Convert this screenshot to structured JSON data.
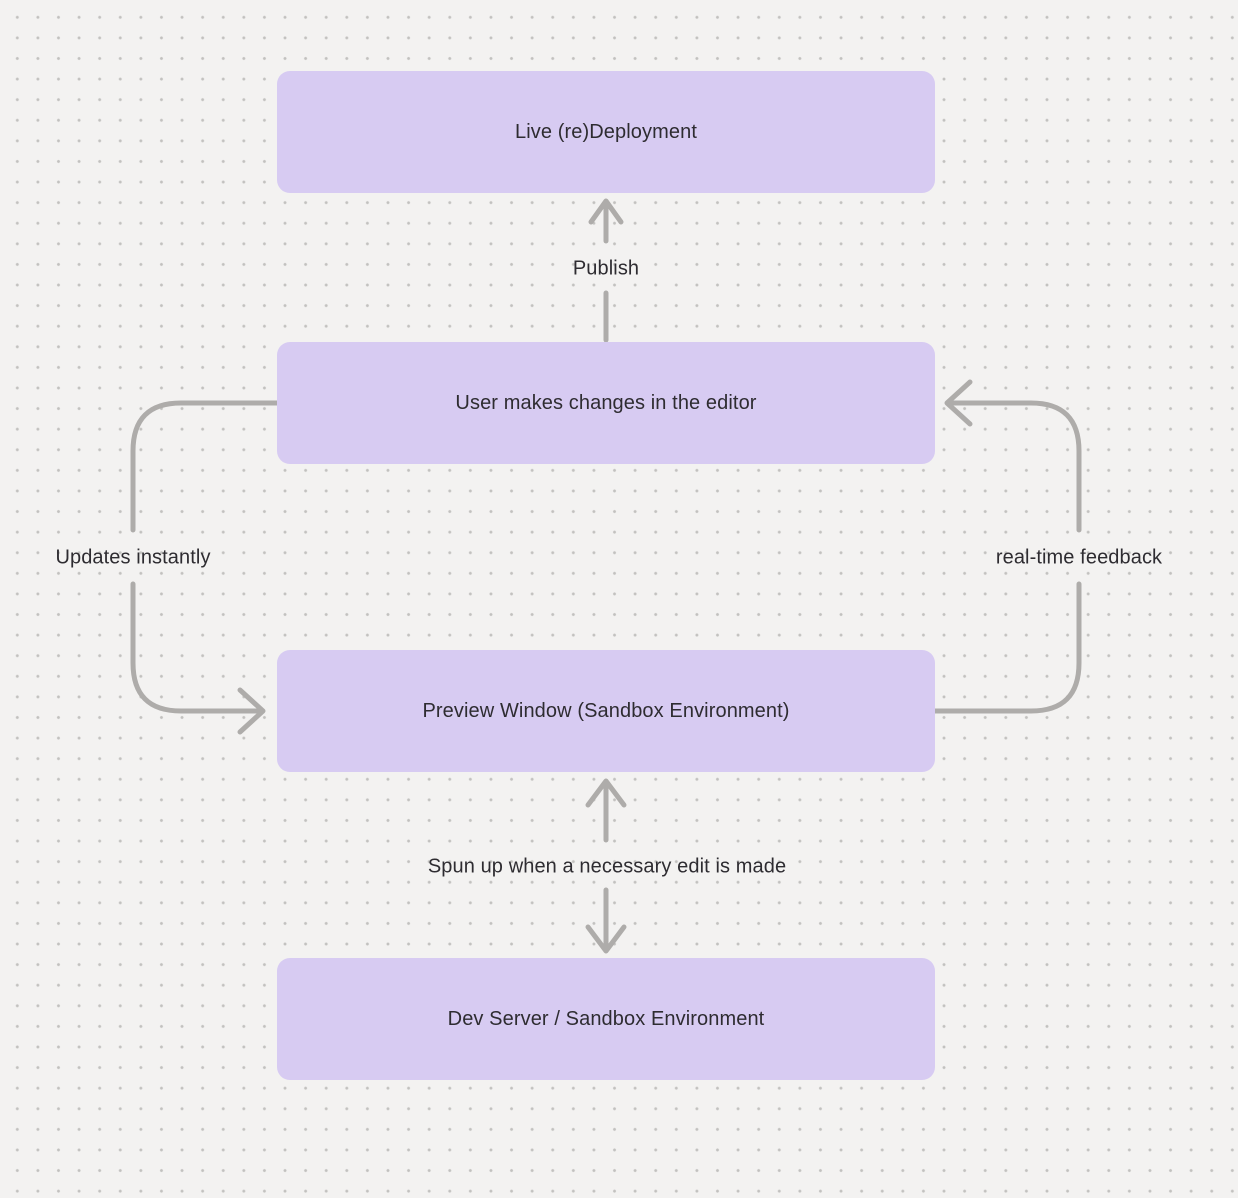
{
  "canvas": {
    "background_color": "#f3f2f1",
    "dot_color": "#c2c1bf"
  },
  "diagram": {
    "node_fill_color": "#d7cbf2",
    "text_color": "#2e2c31",
    "arrow_color": "#aeacaa",
    "nodes": [
      {
        "id": "live-redeployment",
        "label": "Live (re)Deployment"
      },
      {
        "id": "user-editor",
        "label": "User makes changes in the editor"
      },
      {
        "id": "preview-window",
        "label": "Preview Window (Sandbox Environment)"
      },
      {
        "id": "dev-server",
        "label": "Dev Server / Sandbox Environment"
      }
    ],
    "edges": [
      {
        "id": "publish",
        "label": "Publish",
        "from": "user-editor",
        "to": "live-redeployment"
      },
      {
        "id": "updates-instantly",
        "label": "Updates instantly",
        "from": "user-editor",
        "to": "preview-window"
      },
      {
        "id": "realtime-feedback",
        "label": "real-time feedback",
        "from": "preview-window",
        "to": "user-editor"
      },
      {
        "id": "spun-up",
        "label": "Spun up when a necessary edit is made",
        "from": "preview-window",
        "to": "dev-server"
      }
    ]
  }
}
